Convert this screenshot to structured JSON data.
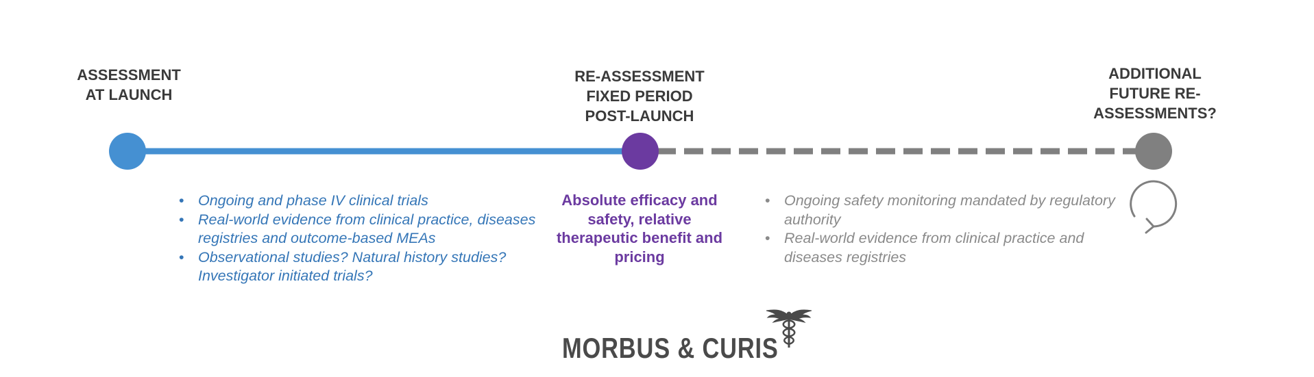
{
  "stages": [
    {
      "title": "ASSESSMENT\nAT LAUNCH",
      "color": "#4590d2"
    },
    {
      "title": "RE-ASSESSMENT\nFIXED PERIOD\nPOST-LAUNCH",
      "color": "#6b3aa0"
    },
    {
      "title": "ADDITIONAL\nFUTURE RE-\nASSESSMENTS?",
      "color": "#808080"
    }
  ],
  "segment_colors": {
    "solid": "#4590d2",
    "dashed": "#808080"
  },
  "icons": {
    "repeat": "circular-arrow-icon",
    "logo": "caduceus-icon"
  },
  "launch_evidence": [
    "Ongoing and phase IV clinical trials",
    "Real-world evidence from clinical practice, diseases registries and outcome-based MEAs",
    "Observational studies? Natural history studies? Investigator initiated trials?"
  ],
  "reassessment_focus": "Absolute efficacy and safety, relative therapeutic benefit and pricing",
  "future_evidence": [
    "Ongoing safety monitoring mandated by regulatory authority",
    "Real-world evidence from clinical practice and diseases registries"
  ],
  "brand": {
    "name": "MORBUS & CURIS"
  }
}
